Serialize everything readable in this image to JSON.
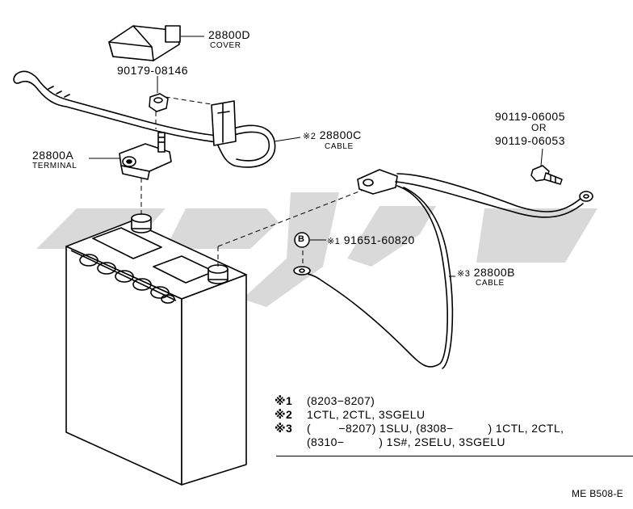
{
  "watermark_color": "#d9d9d9",
  "parts": {
    "cover": {
      "number": "28800D",
      "name": "COVER"
    },
    "nut": {
      "number": "90179-08146"
    },
    "cable_c": {
      "mark": "※2",
      "number": "28800C",
      "name": "CABLE"
    },
    "terminal": {
      "number": "28800A",
      "name": "TERMINAL"
    },
    "bolt": {
      "number_1": "90119-06005",
      "or_text": "OR",
      "number_2": "90119-06053"
    },
    "clip": {
      "badge": "B",
      "mark": "※1",
      "number": "91651-60820"
    },
    "cable_b": {
      "mark": "※3",
      "number": "28800B",
      "name": "CABLE"
    }
  },
  "notes": [
    {
      "mark": "※1",
      "text": "(8203−8207)"
    },
    {
      "mark": "※2",
      "text": "1CTL, 2CTL, 3SGELU"
    },
    {
      "mark": "※3",
      "text": "(        −8207) 1SLU, (8308−          ) 1CTL, 2CTL,"
    },
    {
      "mark": "",
      "text": "(8310−          ) 1S#, 2SELU, 3SGELU"
    }
  ],
  "footer": "ME B508-E"
}
